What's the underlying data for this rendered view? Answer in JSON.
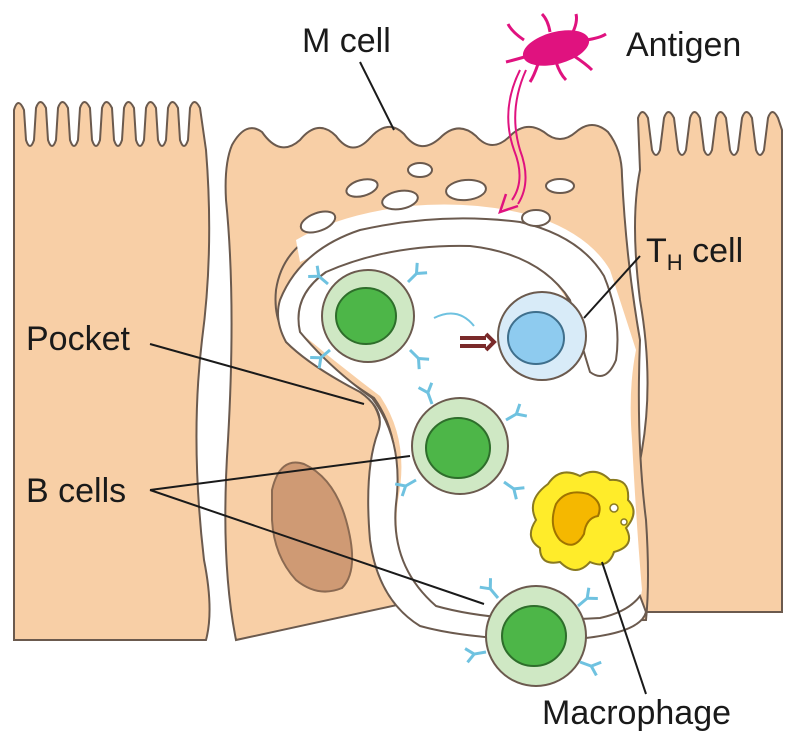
{
  "labels": {
    "m_cell": "M cell",
    "antigen": "Antigen",
    "th_cell_main": "T",
    "th_cell_sub": "H",
    "th_cell_rest": " cell",
    "pocket": "Pocket",
    "b_cells": "B cells",
    "macrophage": "Macrophage"
  },
  "colors": {
    "epithelium": "#f8cfa6",
    "epithelium_outline": "#6b5a4e",
    "nucleus_brown": "#cf9a74",
    "b_cell_outer": "#cfe8c4",
    "b_cell_nucleus": "#4db648",
    "th_cell_outer": "#d8ebf8",
    "th_cell_nucleus": "#8ecbef",
    "macrophage": "#ffec2a",
    "macrophage_nucleus": "#f5b800",
    "antigen": "#e0127f",
    "antibody": "#6fc2e0",
    "receptor": "#7a2a2a"
  }
}
